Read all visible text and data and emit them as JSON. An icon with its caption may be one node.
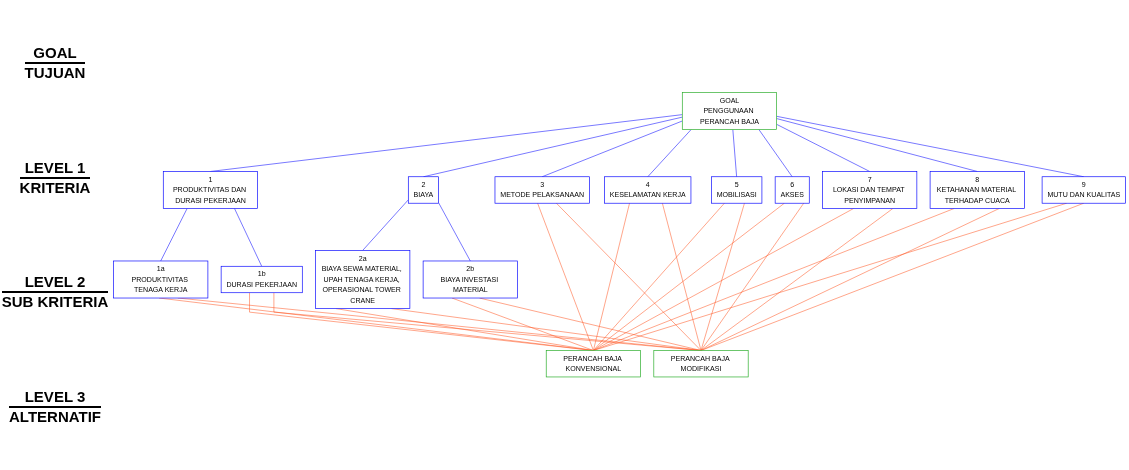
{
  "diagram": {
    "nodes": [
      {
        "text": [
          "GOAL",
          "PENGGUNAAN PERANCAH BAJA"
        ]
      },
      {
        "text": [
          "1",
          "PRODUKTIVITAS DAN DURASI PEKERJAAN"
        ]
      },
      {
        "text": [
          "2",
          "BIAYA"
        ]
      },
      {
        "text": [
          "3",
          "METODE PELAKSANAAN"
        ]
      },
      {
        "text": [
          "4",
          "KESELAMATAN KERJA"
        ]
      },
      {
        "text": [
          "5",
          "MOBILISASI"
        ]
      },
      {
        "text": [
          "6",
          "AKSES"
        ]
      },
      {
        "text": [
          "7",
          "LOKASI DAN TEMPAT PENYIMPANAN"
        ]
      },
      {
        "text": [
          "8",
          "KETAHANAN MATERIAL TERHADAP CUACA"
        ]
      },
      {
        "text": [
          "9",
          "MUTU DAN KUALITAS"
        ]
      },
      {
        "text": [
          "1a",
          "PRODUKTIVITAS TENAGA KERJA"
        ]
      },
      {
        "text": [
          "1b",
          "DURASI PEKERJAAN"
        ]
      },
      {
        "text": [
          "2a",
          "BIAYA SEWA MATERIAL, UPAH TENAGA KERJA, OPERASIONAL TOWER CRANE"
        ]
      },
      {
        "text": [
          "2b",
          "BIAYA INVESTASI MATERIAL"
        ]
      },
      {
        "text": [
          "PERANCAH BAJA KONVENSIONAL"
        ]
      },
      {
        "text": [
          "PERANCAH BAJA MODIFIKASI"
        ]
      }
    ],
    "edges": [
      {
        "from": 0,
        "to": 1,
        "arrow": "none",
        "color": "#0000ff"
      },
      {
        "from": 0,
        "to": 2,
        "arrow": "none",
        "color": "#0000ff"
      },
      {
        "from": 0,
        "to": 3,
        "arrow": "none",
        "color": "#0000ff"
      },
      {
        "from": 0,
        "to": 4,
        "arrow": "none",
        "color": "#0000ff"
      },
      {
        "from": 0,
        "to": 5,
        "arrow": "none",
        "color": "#0000ff"
      },
      {
        "from": 0,
        "to": 6,
        "arrow": "none",
        "color": "#0000ff"
      },
      {
        "from": 0,
        "to": 7,
        "arrow": "none",
        "color": "#0000ff"
      },
      {
        "from": 0,
        "to": 8,
        "arrow": "none",
        "color": "#0000ff"
      },
      {
        "from": 0,
        "to": 9,
        "arrow": "none",
        "color": "#0000ff"
      },
      {
        "from": 1,
        "to": 10,
        "arrow": "none",
        "color": "#0000ff"
      },
      {
        "from": 1,
        "to": 11,
        "arrow": "none",
        "color": "#0000ff"
      },
      {
        "from": 2,
        "to": 12,
        "arrow": "none",
        "color": "#0000ff"
      },
      {
        "from": 2,
        "to": 13,
        "arrow": "none",
        "color": "#0000ff"
      },
      {
        "from": 3,
        "to": 14,
        "arrow": "none"
      },
      {
        "from": 3,
        "to": 15,
        "arrow": "none"
      },
      {
        "from": 4,
        "to": 14,
        "arrow": "none"
      },
      {
        "from": 4,
        "to": 15,
        "arrow": "none"
      },
      {
        "from": 5,
        "to": 14,
        "arrow": "none"
      },
      {
        "from": 5,
        "to": 15,
        "arrow": "none"
      },
      {
        "from": 6,
        "to": 14,
        "arrow": "none"
      },
      {
        "from": 6,
        "to": 15,
        "arrow": "none"
      },
      {
        "from": 7,
        "to": 14,
        "arrow": "none"
      },
      {
        "from": 7,
        "to": 15,
        "arrow": "none"
      },
      {
        "from": 8,
        "to": 14,
        "arrow": "none"
      },
      {
        "from": 8,
        "to": 15,
        "arrow": "none"
      },
      {
        "from": 9,
        "to": 14,
        "arrow": "none"
      },
      {
        "from": 9,
        "to": 15,
        "arrow": "none"
      },
      {
        "from": 10,
        "to": 14,
        "arrow": "none"
      },
      {
        "from": 10,
        "to": 15,
        "arrow": "none"
      },
      {
        "from": 11,
        "to": 14,
        "arrow": "none"
      },
      {
        "from": 11,
        "to": 15,
        "arrow": "none"
      },
      {
        "from": 12,
        "to": 14,
        "arrow": "none"
      },
      {
        "from": 12,
        "to": 15,
        "arrow": "none"
      },
      {
        "from": 13,
        "to": 14,
        "arrow": "none"
      },
      {
        "from": 13,
        "to": 15,
        "arrow": "none"
      }
    ],
    "labels": [
      "GOAL",
      "TUJUAN",
      "LEVEL 1",
      "KRITERIA",
      "LEVEL 2",
      "SUB KRITERIA",
      "LEVEL 3",
      "ALTERNATIF"
    ]
  }
}
